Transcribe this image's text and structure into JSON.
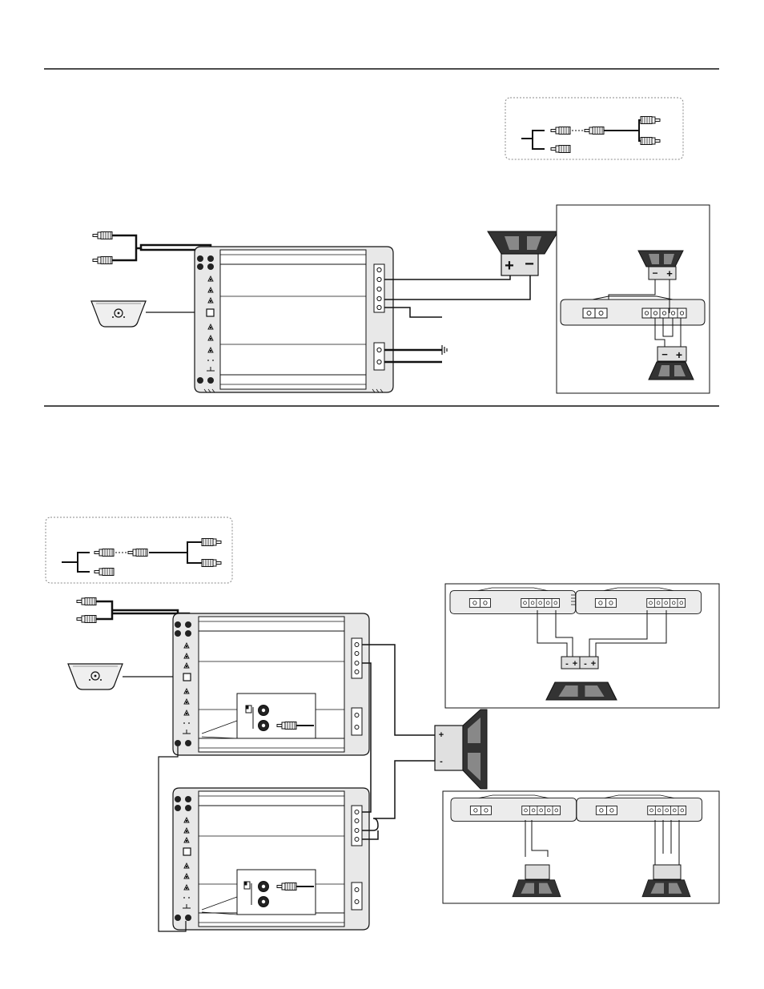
{
  "diagram": {
    "type": "car-amplifier-wiring",
    "sections": [
      {
        "id": "single-amplifier",
        "components": [
          "rca-y-adapter-inset",
          "rca-input-cables",
          "remote-bass-knob",
          "amplifier",
          "speaker",
          "ground-wire",
          "power-wire",
          "bridged-mono-inset"
        ]
      },
      {
        "id": "dual-amplifier",
        "components": [
          "rca-y-adapter-inset",
          "rca-input-cables",
          "remote-bass-knob",
          "amplifier-master",
          "amplifier-slave",
          "speaker",
          "dual-amp-one-woofer-inset",
          "dual-amp-two-woofer-inset"
        ]
      }
    ],
    "terminal_signs": {
      "plus": "+",
      "minus": "−",
      "plus_small": "+",
      "minus_small": "-"
    }
  },
  "colors": {
    "line": "#111111",
    "panel": "#e6e6e6",
    "dark": "#333333",
    "mid": "#888888"
  }
}
